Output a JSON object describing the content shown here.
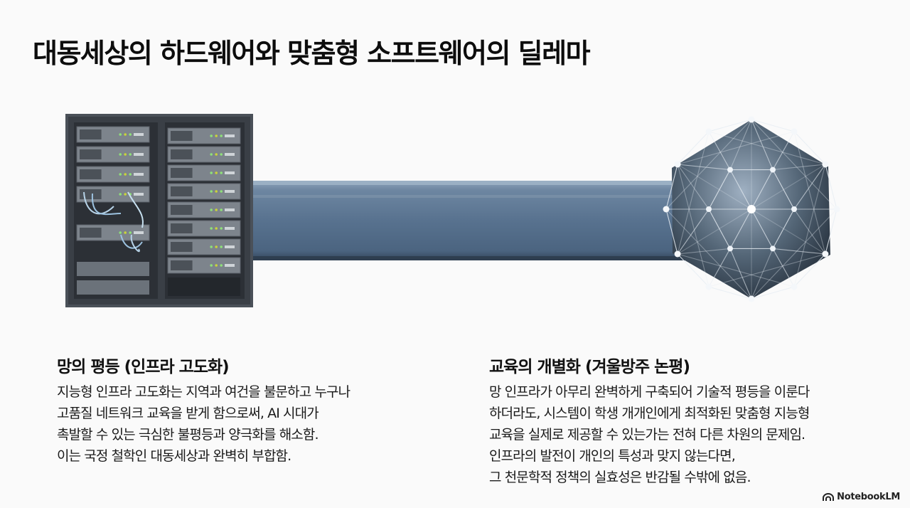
{
  "slide": {
    "title": "대동세상의 하드웨어와 맞춤형 소프트웨어의 딜레마"
  },
  "left_section": {
    "heading": "망의 평등 (인프라 고도화)",
    "lines": [
      "지능형 인프라 고도화는 지역과 여건을 불문하고 누구나",
      "고품질 네트워크 교육을 받게 함으로써, AI 시대가",
      "촉발할 수 있는 극심한 불평등과 양극화를 해소함.",
      "이는 국정 철학인 대동세상과 완벽히 부합함."
    ]
  },
  "right_section": {
    "heading": "교육의 개별화 (겨울방주 논평)",
    "lines": [
      "망 인프라가 아무리 완벽하게 구축되어 기술적 평등을 이룬다",
      "하더라도, 시스템이 학생 개개인에게 최적화된 맞춤형 지능형",
      "교육을 실제로 제공할 수 있는가는 전혀 다른 차원의 문제임.",
      "인프라의 발전이 개인의 특성과 맞지 않는다면,",
      "그 천문학적 정책의 실효성은 반감될 수밖에 없음."
    ]
  },
  "branding": {
    "label": "NotebookLM",
    "icon": "notebooklm-logo-icon"
  },
  "illustration": {
    "left_icon": "server-rack-icon",
    "right_icon": "network-polyhedron-icon",
    "connector": "steel-beam-connector",
    "colors": {
      "rack_frame": "#4a5058",
      "beam": "#57718d",
      "node": "#dfe6ee",
      "network_dark": "#3b4958"
    }
  }
}
